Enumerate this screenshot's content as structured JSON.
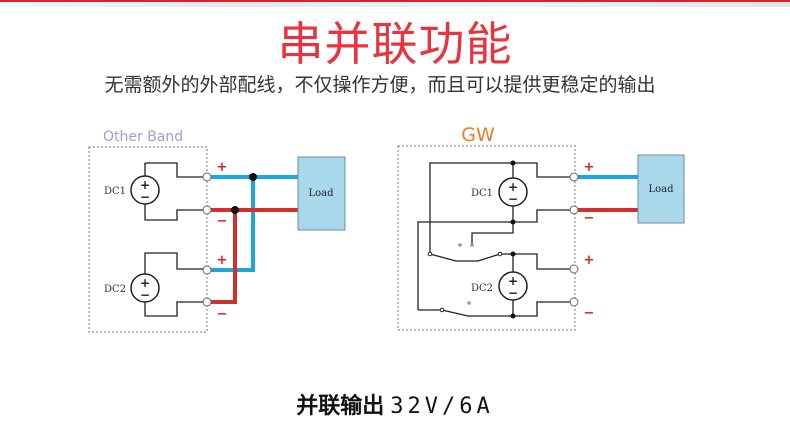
{
  "page": {
    "title": "串并联功能",
    "subtitle": "无需额外的外部配线，不仅操作方便，而且可以提供更稳定的输出",
    "caption": {
      "label": "并联输出",
      "value": "32V/6A"
    }
  },
  "colors": {
    "title": "#e8343f",
    "positive_wire": "#1aa7e0",
    "negative_wire": "#d0312d",
    "load_fill": "#a9d8ea",
    "other_band_label": "#a79bd0",
    "gw_label": "#f07c22",
    "polarity": "#e02020"
  },
  "diagrams": [
    {
      "label": "Other Band",
      "sources": [
        "DC1",
        "DC2"
      ],
      "load": "Load",
      "polarity_marks": [
        "+",
        "−",
        "+",
        "−"
      ]
    },
    {
      "label": "GW",
      "sources": [
        "DC1",
        "DC2"
      ],
      "load": "Load",
      "polarity_marks": [
        "+",
        "−",
        "+",
        "−"
      ]
    }
  ]
}
